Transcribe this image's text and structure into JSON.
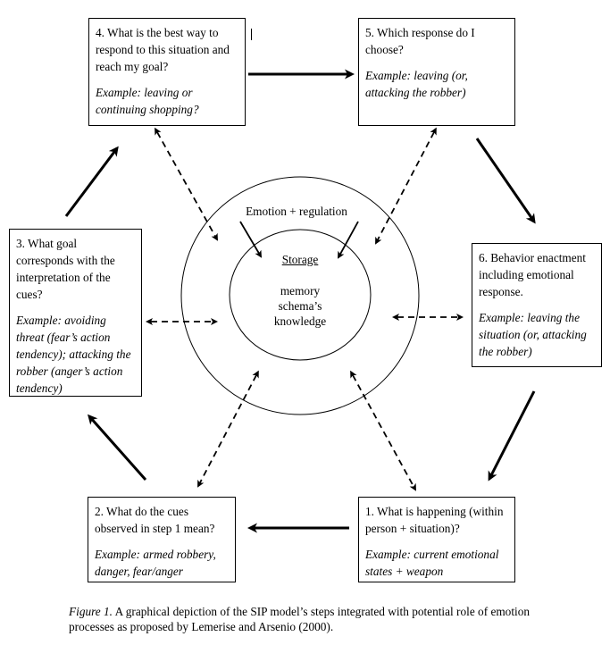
{
  "steps": [
    {
      "number": "1",
      "question": "1. What is happening (within person + situation)?",
      "example": "Example: current emotional states +  weapon"
    },
    {
      "number": "2",
      "question": "2. What do the cues observed in step 1 mean?",
      "example": "Example: armed robbery, danger, fear/anger"
    },
    {
      "number": "3",
      "question": "3. What goal corresponds with the interpretation of the cues?",
      "example": "Example: avoiding threat (fear’s action tendency); attacking the robber (anger’s action tendency)"
    },
    {
      "number": "4",
      "question": "4. What is the best way to respond to this situation and reach my goal?",
      "example": "Example: leaving or continuing shopping?"
    },
    {
      "number": "5",
      "question": "5. Which response do I choose?",
      "example": "Example: leaving (or, attacking the robber)"
    },
    {
      "number": "6",
      "question": "6. Behavior enactment including emotional response.",
      "example": "Example: leaving the situation (or, attacking the robber)"
    }
  ],
  "center": {
    "outer_label": "Emotion + regulation",
    "inner_title": "Storage",
    "inner_lines": [
      "memory",
      "schema’s",
      "knowledge"
    ]
  },
  "caption": {
    "figure_label": "Figure 1.",
    "text": " A graphical depiction of the SIP model’s steps integrated with potential role of emotion processes as proposed by Lemerise and Arsenio (2000)."
  },
  "arrows": {
    "solid_sequence": [
      "1→2",
      "2→3",
      "3→4",
      "4→5",
      "5→6",
      "6→1"
    ],
    "dashed_bidirectional": [
      "storage↔1",
      "storage↔2",
      "storage↔3",
      "storage↔4",
      "storage↔5",
      "storage↔6"
    ],
    "emotion_to_storage": 2
  }
}
